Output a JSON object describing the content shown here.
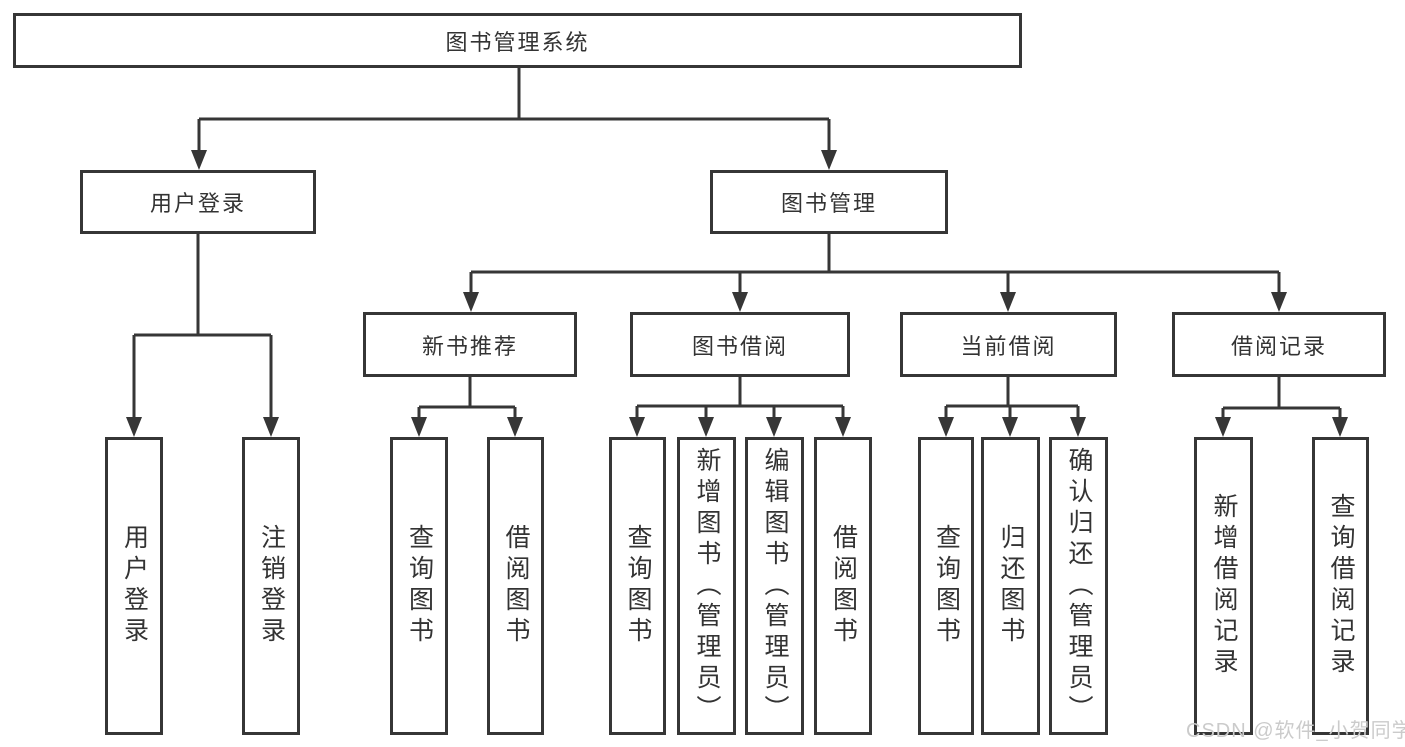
{
  "tree": {
    "root": {
      "label": "图书管理系统",
      "children": [
        {
          "label": "用户登录",
          "children": [
            {
              "label": "用户登录"
            },
            {
              "label": "注销登录"
            }
          ]
        },
        {
          "label": "图书管理",
          "children": [
            {
              "label": "新书推荐",
              "children": [
                {
                  "label": "查询图书"
                },
                {
                  "label": "借阅图书"
                }
              ]
            },
            {
              "label": "图书借阅",
              "children": [
                {
                  "label": "查询图书"
                },
                {
                  "label": "新增图书（管理员）"
                },
                {
                  "label": "编辑图书（管理员）"
                },
                {
                  "label": "借阅图书"
                }
              ]
            },
            {
              "label": "当前借阅",
              "children": [
                {
                  "label": "查询图书"
                },
                {
                  "label": "归还图书"
                },
                {
                  "label": "确认归还（管理员）"
                }
              ]
            },
            {
              "label": "借阅记录",
              "children": [
                {
                  "label": "新增借阅记录"
                },
                {
                  "label": "查询借阅记录"
                }
              ]
            }
          ]
        }
      ]
    }
  },
  "watermark": {
    "text": "CSDN @软件_小贺同学"
  },
  "colors": {
    "line": "#363636",
    "text": "#333333",
    "watermark": "#cbcbcb",
    "background": "#ffffff"
  }
}
